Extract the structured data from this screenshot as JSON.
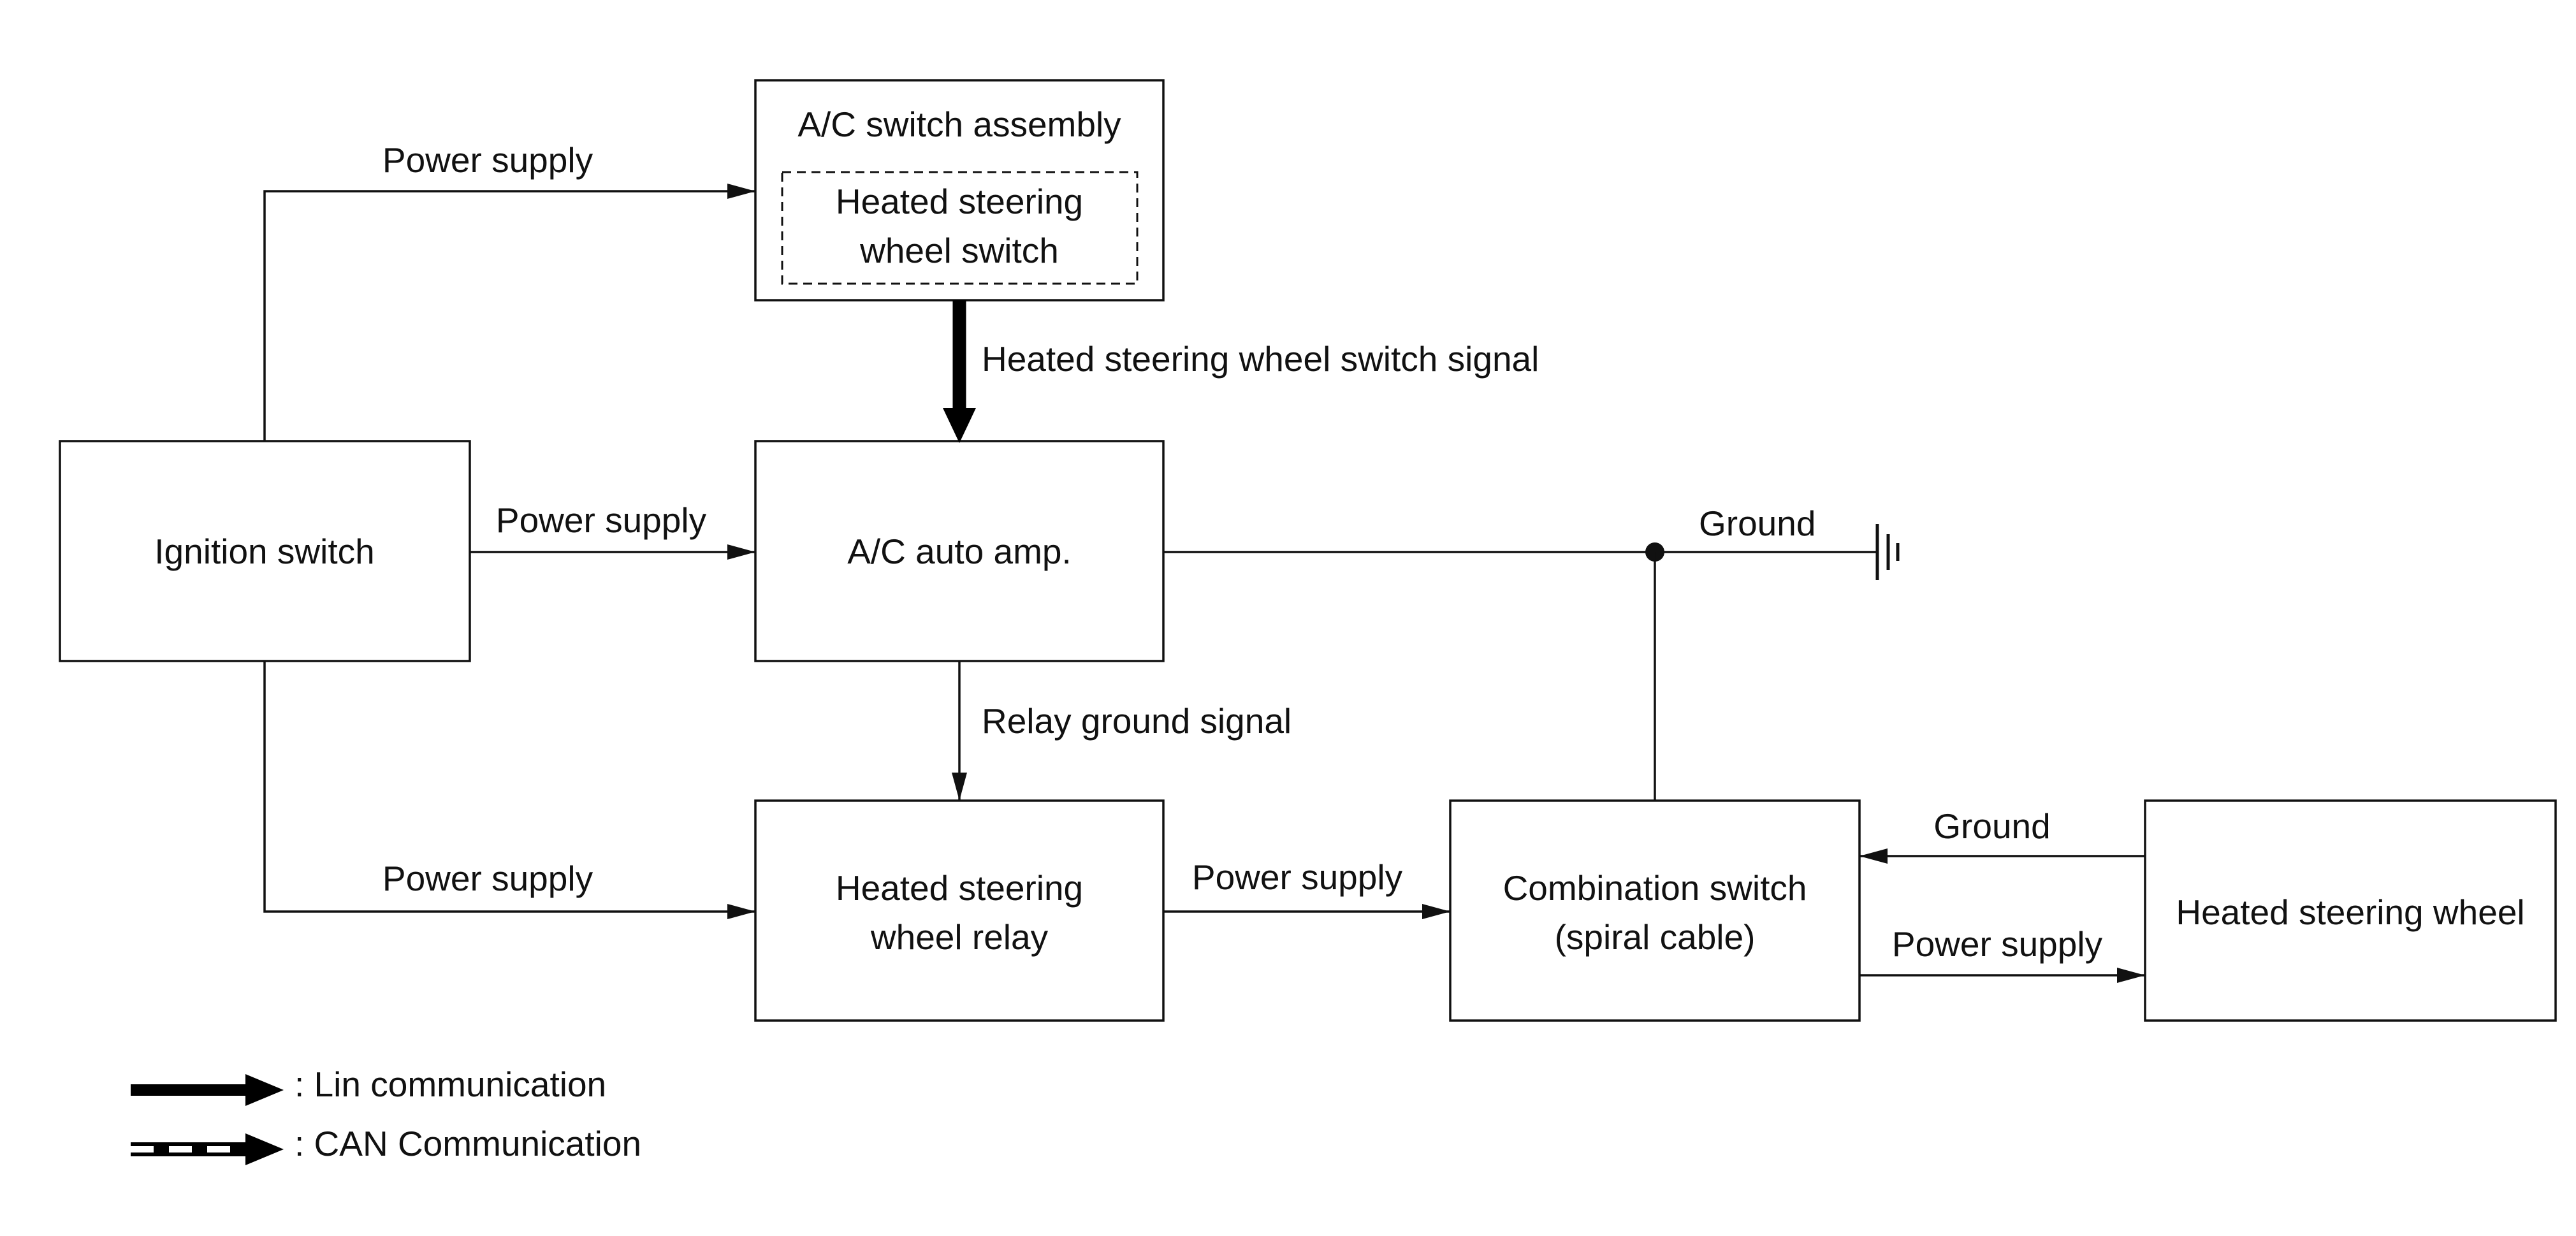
{
  "blocks": {
    "ac_switch_assembly": "A/C switch assembly",
    "heated_switch_line1": "Heated steering",
    "heated_switch_line2": "wheel switch",
    "ignition_switch": "Ignition switch",
    "ac_auto_amp": "A/C auto amp.",
    "relay_line1": "Heated steering",
    "relay_line2": "wheel relay",
    "combo_line1": "Combination switch",
    "combo_line2": "(spiral cable)",
    "heated_steering_wheel": "Heated steering wheel"
  },
  "signals": {
    "power_supply_top": "Power supply",
    "power_supply_mid": "Power supply",
    "power_supply_bottom": "Power supply",
    "power_supply_relay": "Power supply",
    "power_supply_wheel": "Power supply",
    "switch_signal": "Heated steering wheel switch signal",
    "ground_top": "Ground",
    "relay_ground_signal": "Relay ground signal",
    "ground_wheel": "Ground"
  },
  "legend": {
    "lin": ": Lin communication",
    "can": ": CAN Communication"
  }
}
